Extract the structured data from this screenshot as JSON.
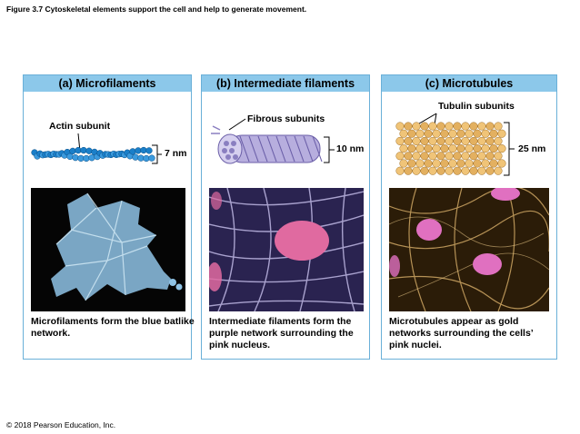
{
  "figure": {
    "title": "Figure 3.7 Cytoskeletal elements support the cell and help to generate movement.",
    "copyright": "© 2018 Pearson Education, Inc."
  },
  "panels": [
    {
      "header": "(a) Microfilaments",
      "subunit_label": "Actin subunit",
      "size_label": "7 nm",
      "caption": "Microfilaments form the blue batlike network.",
      "colors": {
        "filament": "#1a7fc9",
        "photo_bg": "#050505",
        "cell": "#8fc3e6"
      }
    },
    {
      "header": "(b) Intermediate filaments",
      "subunit_label": "Fibrous subunits",
      "size_label": "10 nm",
      "caption": "Intermediate filaments form the purple network surrounding the pink nucleus.",
      "colors": {
        "filament": "#8a7fc0",
        "photo_bg": "#2a2350",
        "nucleus": "#e06aa0"
      }
    },
    {
      "header": "(c) Microtubules",
      "subunit_label": "Tubulin subunits",
      "size_label": "25 nm",
      "caption": "Microtubules appear as gold networks surrounding the cells’ pink nuclei.",
      "colors": {
        "tubulin": "#e3b060",
        "photo_bg": "#2b1c08",
        "nucleus": "#e070c0"
      }
    }
  ],
  "colors": {
    "header_bg": "#8cc8ea",
    "panel_border": "#6ab0d8"
  }
}
